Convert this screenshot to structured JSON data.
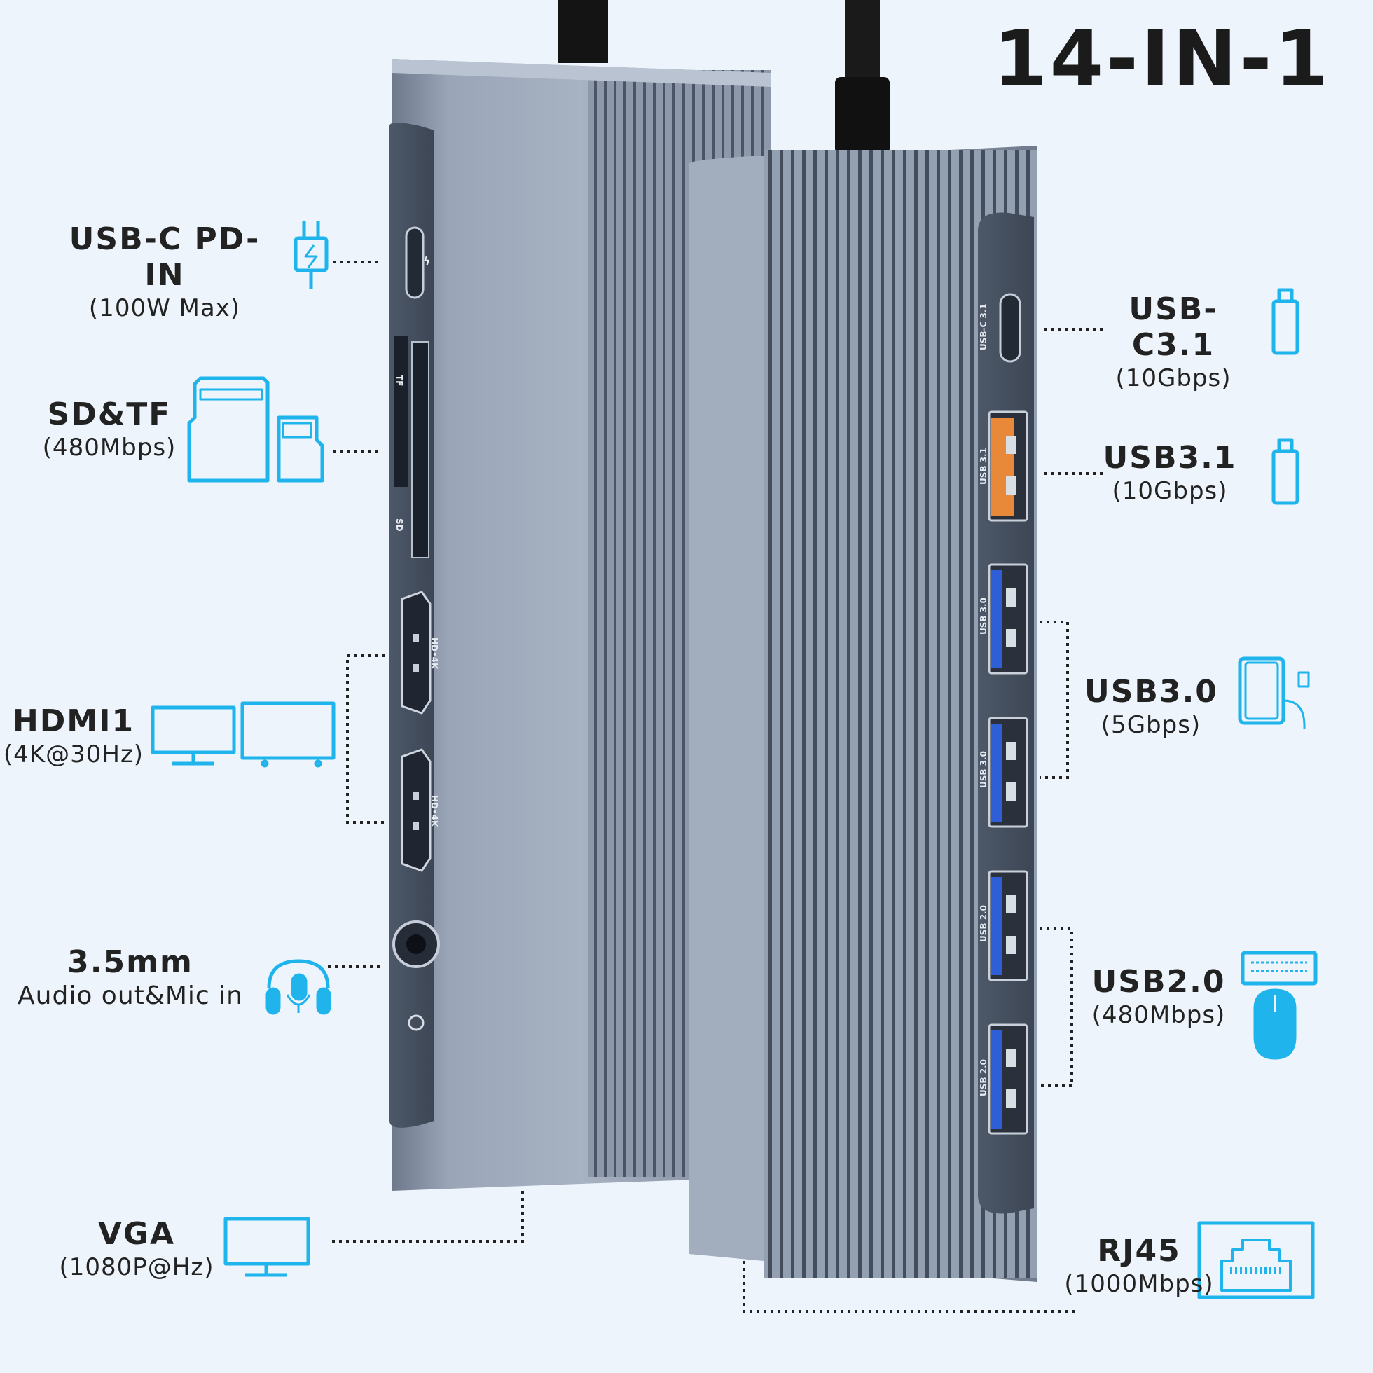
{
  "title": "14-IN-1",
  "colors": {
    "background": "#eef4fb",
    "accent_icon": "#1fb4ec",
    "body": "#8a96a8",
    "usb31_port": "#e8893a",
    "usb30_port": "#2f5fd6"
  },
  "left_ports": [
    {
      "name": "USB-C PD-IN",
      "spec": "(100W Max)",
      "icon": "charger-plug-icon",
      "port_label": "ϟ"
    },
    {
      "name": "SD&TF",
      "spec": "(480Mbps)",
      "icon": "sd-card-icon",
      "port_labels": [
        "TF",
        "SD"
      ]
    },
    {
      "name": "HDMI1",
      "spec": "(4K@30Hz)",
      "icon": "dual-monitor-icon",
      "port_label": "HD•4K"
    },
    {
      "name": "3.5mm",
      "spec": "Audio out&Mic in",
      "icon": "headset-icon"
    },
    {
      "name": "VGA",
      "spec": "(1080P@Hz)",
      "icon": "monitor-icon"
    }
  ],
  "right_ports": [
    {
      "name": "USB-C3.1",
      "spec": "(10Gbps)",
      "icon": "usb-drive-icon",
      "port_label": "USB-C 3.1"
    },
    {
      "name": "USB3.1",
      "spec": "(10Gbps)",
      "icon": "usb-drive-icon",
      "port_label": "USB 3.1"
    },
    {
      "name": "USB3.0",
      "spec": "(5Gbps)",
      "icon": "external-drive-icon",
      "port_label": "USB 3.0"
    },
    {
      "name": "USB2.0",
      "spec": "(480Mbps)",
      "icon": "keyboard-mouse-icon",
      "port_label": "USB 2.0"
    },
    {
      "name": "RJ45",
      "spec": "(1000Mbps)",
      "icon": "ethernet-port-icon"
    }
  ]
}
